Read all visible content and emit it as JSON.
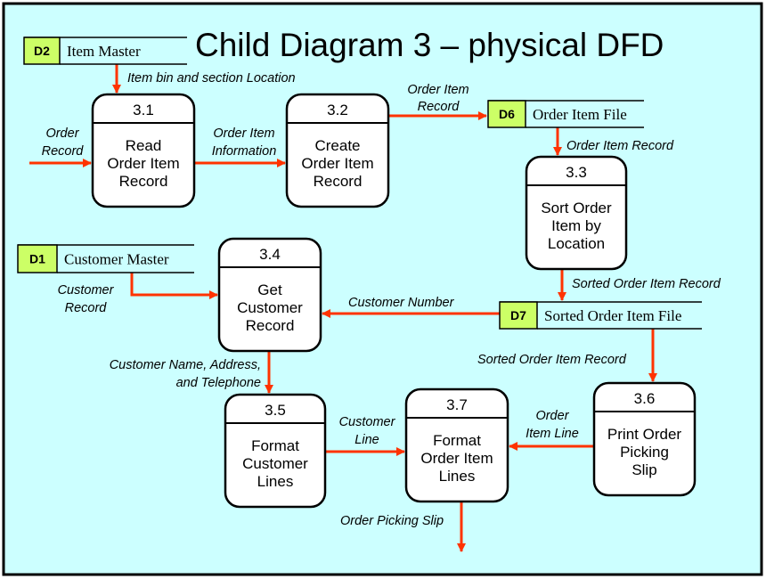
{
  "title": "Child Diagram 3 – physical DFD",
  "colors": {
    "background": "#ccffff",
    "frame": "#000000",
    "arrow": "#ff3300",
    "store_id_fill": "#ccff66"
  },
  "processes": {
    "p31": {
      "id": "3.1",
      "name": [
        "Read",
        "Order Item",
        "Record"
      ]
    },
    "p32": {
      "id": "3.2",
      "name": [
        "Create",
        "Order Item",
        "Record"
      ]
    },
    "p33": {
      "id": "3.3",
      "name": [
        "Sort Order",
        "Item by",
        "Location"
      ]
    },
    "p34": {
      "id": "3.4",
      "name": [
        "Get",
        "Customer",
        "Record"
      ]
    },
    "p35": {
      "id": "3.5",
      "name": [
        "Format",
        "Customer",
        "Lines"
      ]
    },
    "p36": {
      "id": "3.6",
      "name": [
        "Print Order",
        "Picking",
        "Slip"
      ]
    },
    "p37": {
      "id": "3.7",
      "name": [
        "Format",
        "Order Item",
        "Lines"
      ]
    }
  },
  "stores": {
    "d2": {
      "id": "D2",
      "name": "Item Master"
    },
    "d6": {
      "id": "D6",
      "name": "Order Item File"
    },
    "d1": {
      "id": "D1",
      "name": "Customer Master"
    },
    "d7": {
      "id": "D7",
      "name": "Sorted Order Item File"
    }
  },
  "flows": {
    "item_bin": [
      "Item bin and section Location"
    ],
    "order_record": [
      "Order",
      "Record"
    ],
    "order_item_info": [
      "Order Item",
      "Information"
    ],
    "order_item_record_top": [
      "Order Item",
      "Record"
    ],
    "order_item_record_d6": [
      "Order Item Record"
    ],
    "customer_record": [
      "Customer",
      "Record"
    ],
    "customer_number": [
      "Customer Number"
    ],
    "sorted_oir_top": [
      "Sorted Order Item Record"
    ],
    "sorted_oir_bottom": [
      "Sorted Order Item Record"
    ],
    "cust_name_addr": [
      "Customer Name, Address,",
      "and Telephone"
    ],
    "customer_line": [
      "Customer",
      "Line"
    ],
    "order_item_line": [
      "Order",
      "Item Line"
    ],
    "order_picking_slip": [
      "Order Picking Slip"
    ]
  }
}
